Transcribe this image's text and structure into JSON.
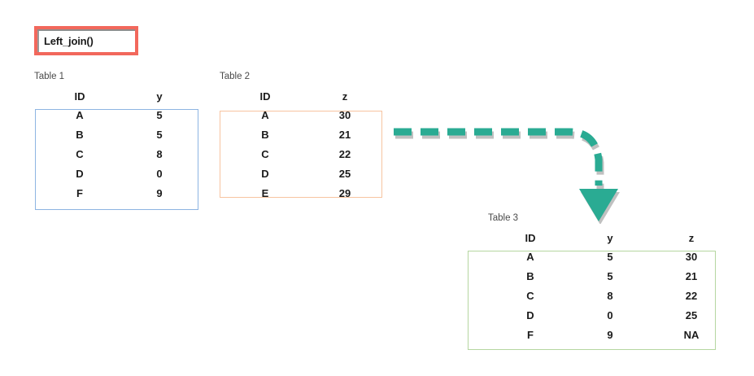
{
  "title": {
    "label": "Left_join()",
    "border_color": "#f2685c",
    "shadow_color": "#8d8d8d"
  },
  "tables": [
    {
      "id": "table1",
      "caption": "Table 1",
      "border_color": "#8db4e2",
      "headers": [
        "ID",
        "y"
      ],
      "rows": [
        [
          "A",
          "5"
        ],
        [
          "B",
          "5"
        ],
        [
          "C",
          "8"
        ],
        [
          "D",
          "0"
        ],
        [
          "F",
          "9"
        ]
      ],
      "rows_inside_box": 5
    },
    {
      "id": "table2",
      "caption": "Table 2",
      "border_color": "#f7c4a0",
      "headers": [
        "ID",
        "z"
      ],
      "rows": [
        [
          "A",
          "30"
        ],
        [
          "B",
          "21"
        ],
        [
          "C",
          "22"
        ],
        [
          "D",
          "25"
        ],
        [
          "E",
          "29"
        ]
      ],
      "rows_inside_box": 4
    },
    {
      "id": "table3",
      "caption": "Table 3",
      "border_color": "#b5d6a0",
      "headers": [
        "ID",
        "y",
        "z"
      ],
      "rows": [
        [
          "A",
          "5",
          "30"
        ],
        [
          "B",
          "5",
          "21"
        ],
        [
          "C",
          "8",
          "22"
        ],
        [
          "D",
          "0",
          "25"
        ],
        [
          "F",
          "9",
          "NA"
        ]
      ],
      "rows_inside_box": 5
    }
  ],
  "arrow": {
    "name": "dashed-curved-arrow",
    "color": "#2aab93",
    "shadow_color": "#8c8c8c",
    "style": "dashed",
    "direction": "right-then-down"
  }
}
